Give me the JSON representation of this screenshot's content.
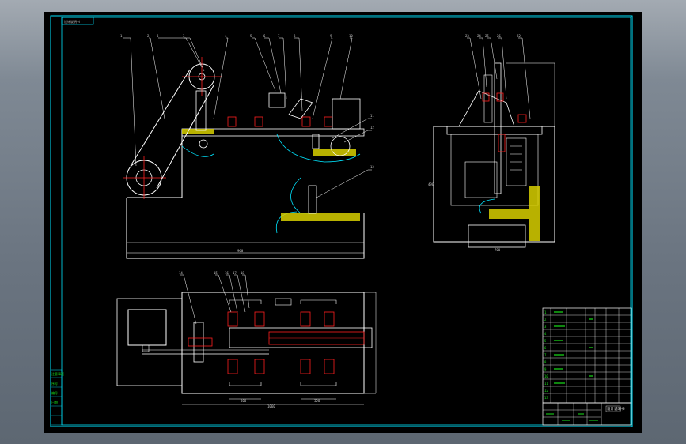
{
  "viewer": {
    "background_color": "#6f7a86"
  },
  "drawing": {
    "title_block_label": "设计说明书",
    "colors": {
      "frame": "#00e5ff",
      "outline": "#ffffff",
      "red": "#ff2020",
      "yellow": "#e8e000",
      "green": "#19e019",
      "hatch": "#d8d000"
    },
    "front_view": {
      "balloons": [
        "1",
        "2",
        "3",
        "3",
        "4",
        "5",
        "6",
        "7",
        "8",
        "9",
        "10",
        "11",
        "12",
        "13"
      ],
      "dim_bottom": "960"
    },
    "side_view": {
      "balloons": [
        "23",
        "24",
        "25",
        "26",
        "22"
      ],
      "dim_bottom": "700",
      "dim_left": "490"
    },
    "plan_view": {
      "balloons": [
        "14",
        "15",
        "16",
        "17",
        "18"
      ],
      "dim_bottom": "1060",
      "dim_a": "300",
      "dim_b": "320"
    },
    "parts_table": {
      "rows": [
        "1",
        "2",
        "3",
        "4",
        "5",
        "6",
        "7",
        "8",
        "9",
        "10",
        "11",
        "12",
        "13"
      ]
    },
    "notes_left": [
      "注意事项",
      "序号",
      "编号",
      "日期"
    ]
  }
}
